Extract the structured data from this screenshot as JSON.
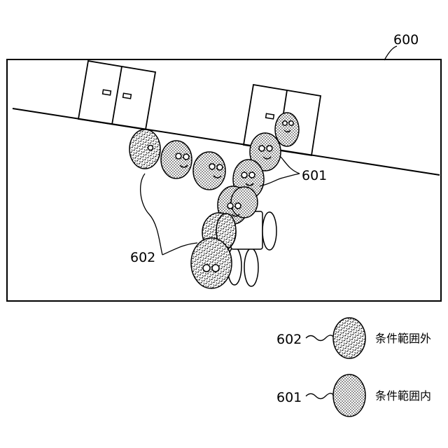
{
  "figure": {
    "frame_label": "600",
    "label_601": "601",
    "label_602": "602"
  },
  "legend": {
    "items": [
      {
        "ref": "602",
        "text": "条件範囲外",
        "pattern": "hatch"
      },
      {
        "ref": "601",
        "text": "条件範囲内",
        "pattern": "dots"
      }
    ]
  }
}
